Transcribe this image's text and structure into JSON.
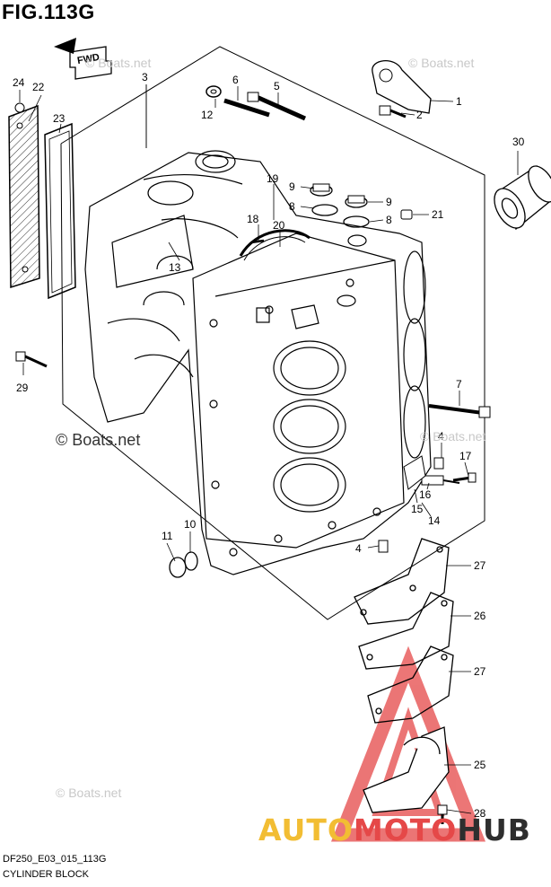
{
  "figure": {
    "title": "FIG.113G",
    "model_code": "DF250_E03_015_113G",
    "name": "CYLINDER BLOCK",
    "fwd_label": "FWD"
  },
  "watermarks": {
    "copyright": "© Boats.net",
    "brand_parts": [
      "AUTO",
      "MOTO",
      "HUB"
    ]
  },
  "colors": {
    "line": "#000000",
    "logo_red": "#e54848",
    "logo_yellow": "#f2bd33",
    "logo_dark": "#2e2e2e"
  },
  "callouts": [
    "1",
    "2",
    "3",
    "4",
    "4",
    "5",
    "6",
    "7",
    "8",
    "8",
    "9",
    "9",
    "10",
    "11",
    "12",
    "13",
    "14",
    "15",
    "16",
    "17",
    "18",
    "19",
    "20",
    "21",
    "22",
    "23",
    "24",
    "25",
    "26",
    "27",
    "27",
    "28",
    "29",
    "30"
  ]
}
